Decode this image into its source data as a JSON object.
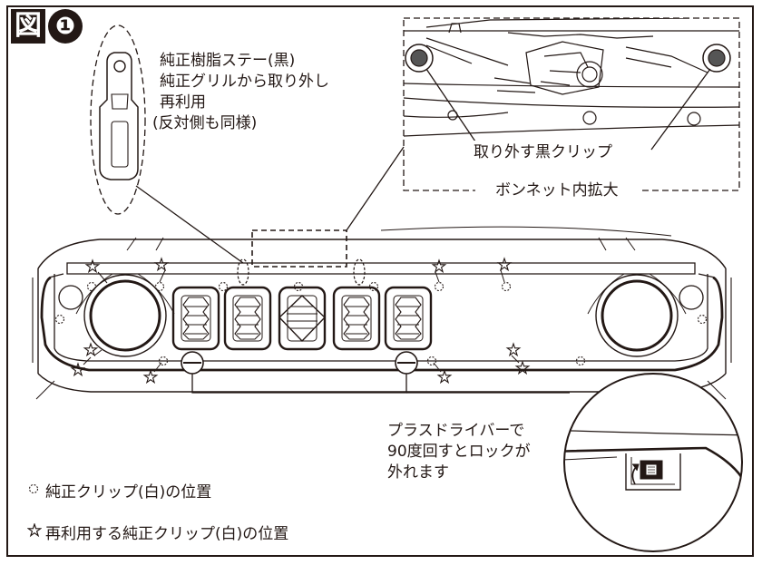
{
  "figure": {
    "kanji": "図",
    "number": "❶"
  },
  "callouts": {
    "stay_lines": [
      "純正樹脂ステー(黒)",
      "純正グリルから取り外し",
      "再利用",
      "(反対側も同様)"
    ],
    "black_clip": "取り外す黒クリップ",
    "bonnet_zoom": "ボンネット内拡大",
    "driver_lines": [
      "プラスドライバーで",
      "90度回すとロックが",
      "外れます"
    ]
  },
  "legend": {
    "original_clip": {
      "icon": "dotted-circle",
      "label": "純正クリップ(白)の位置"
    },
    "reuse_clip": {
      "icon": "star-outline",
      "label": "再利用する純正クリップ(白)の位置"
    }
  },
  "colors": {
    "ink": "#231815",
    "clip_fill": "#555555",
    "background": "#ffffff"
  }
}
